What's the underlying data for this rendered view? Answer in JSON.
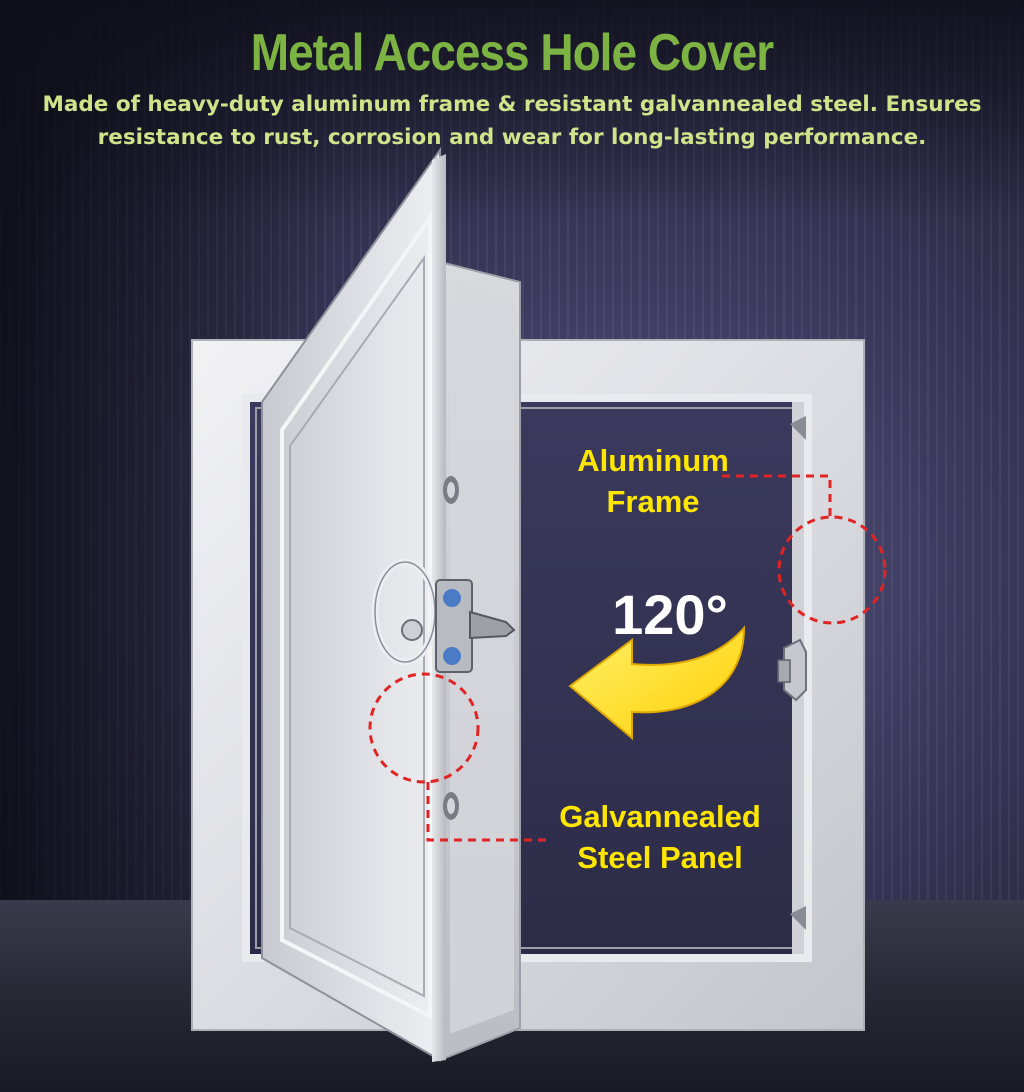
{
  "title": "Metal Access Hole Cover",
  "subtitle": "Made of heavy-duty aluminum frame & resistant galvannealed steel. Ensures resistance to rust, corrosion and wear for long-lasting performance.",
  "callouts": {
    "frame_line1": "Aluminum",
    "frame_line2": "Frame",
    "panel_line1": "Galvannealed",
    "panel_line2": "Steel Panel"
  },
  "opening_angle": "120°",
  "colors": {
    "title_green": "#7cb342",
    "subtitle_green": "#cfe38a",
    "callout_yellow": "#ffe600",
    "highlight_red": "#e02424",
    "arrow_yellow": "#ffe100"
  },
  "icons": {
    "rotation_arrow": "curved-arrow-left-icon",
    "highlight": "dashed-circle-icon",
    "pull_ring": "ring-handle-icon"
  }
}
